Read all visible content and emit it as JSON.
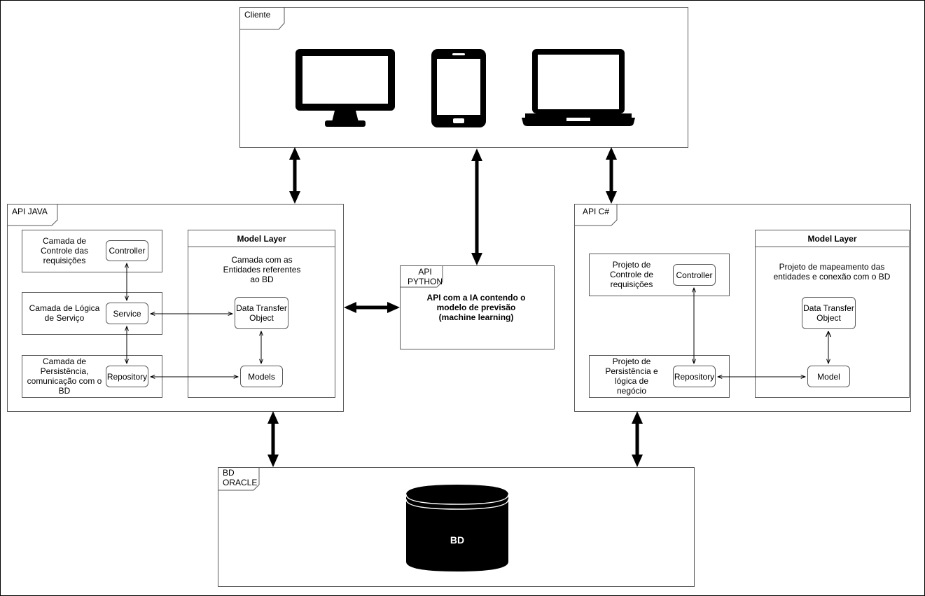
{
  "cliente": {
    "title": "Cliente"
  },
  "api_java": {
    "title": "API JAVA",
    "controle_label": "Camada de Controle das requisições",
    "controller": "Controller",
    "logica_label": "Camada de Lógica de Serviço",
    "service": "Service",
    "persistencia_label": "Camada de Persistência, comunicação com o BD",
    "repository": "Repository",
    "model_layer": {
      "title": "Model Layer",
      "description": "Camada com as Entidades referentes ao BD",
      "dto": "Data Transfer Object",
      "models": "Models"
    }
  },
  "api_python": {
    "title": "API PYTHON",
    "description": "API com a IA contendo o modelo de previsão (machine learning)"
  },
  "api_csharp": {
    "title": "API C#",
    "controle_label": "Projeto de Controle de requisições",
    "controller": "Controller",
    "persistencia_label": "Projeto de Persistência e lógica de negócio",
    "repository": "Repository",
    "model_layer": {
      "title": "Model Layer",
      "description": "Projeto de mapeamento das entidades e conexão com o BD",
      "dto": "Data Transfer Object",
      "model": "Model"
    }
  },
  "bd": {
    "title": "BD ORACLE",
    "label": "BD"
  },
  "icons": [
    "monitor-icon",
    "smartphone-icon",
    "laptop-icon",
    "database-icon"
  ]
}
